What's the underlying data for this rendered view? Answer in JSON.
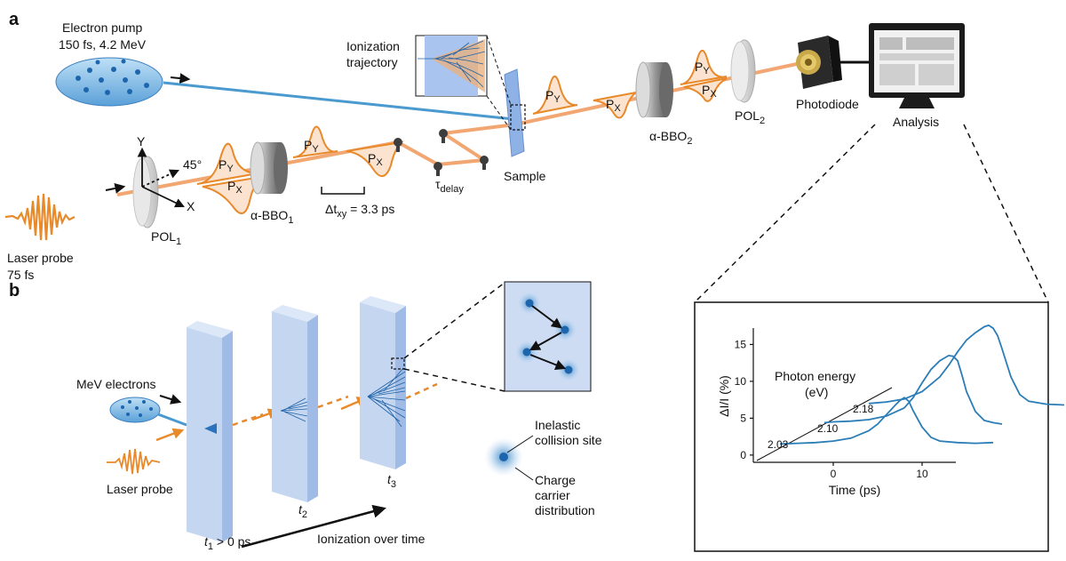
{
  "panels": {
    "a": "a",
    "b": "b"
  },
  "panel_a": {
    "electron_pump": {
      "line1": "Electron pump",
      "line2": "150 fs, 4.2 MeV"
    },
    "laser_probe": {
      "line1": "Laser probe",
      "line2": "75 fs"
    },
    "pol1": {
      "base": "POL",
      "sub": "1"
    },
    "axis_x": "X",
    "axis_y": "Y",
    "angle": "45°",
    "py": {
      "base": "P",
      "sub": "Y"
    },
    "px": {
      "base": "P",
      "sub": "X"
    },
    "bbo1": {
      "base": "α-BBO",
      "sub": "1"
    },
    "delta_t": {
      "prefix": "Δt",
      "sub": "xy",
      "suffix": " = 3.3 ps"
    },
    "tau": {
      "base": "τ",
      "sub": "delay"
    },
    "ionization_trajectory": {
      "line1": "Ionization",
      "line2": "trajectory"
    },
    "sample": "Sample",
    "bbo2": {
      "base": "α-BBO",
      "sub": "2"
    },
    "pol2": {
      "base": "POL",
      "sub": "2"
    },
    "photodiode": "Photodiode",
    "analysis": "Analysis"
  },
  "panel_b": {
    "mev_electrons": "MeV electrons",
    "laser_probe": "Laser probe",
    "t1": {
      "base": "t",
      "sub": "1",
      "suffix": " > 0 ps"
    },
    "t2": {
      "base": "t",
      "sub": "2"
    },
    "t3": {
      "base": "t",
      "sub": "3"
    },
    "ionization_over_time": "Ionization over time",
    "legend_collision": {
      "line1": "Inelastic",
      "line2": "collision site"
    },
    "legend_charge": {
      "line1": "Charge",
      "line2": "carrier",
      "line3": "distribution"
    }
  },
  "colors": {
    "beam_orange": "#f0a060",
    "pulse_orange": "#e8892a",
    "electron_blue": "#2f7fc0",
    "trace_blue": "#2b7db7",
    "slab_blue": "#b9cdee"
  },
  "chart_data": {
    "type": "line",
    "title": "",
    "xlabel": "Time (ps)",
    "ylabel": "ΔI/I (%)",
    "xlim": [
      -9,
      19
    ],
    "ylim": [
      -0.5,
      16.5
    ],
    "xticks": [
      "0",
      "10"
    ],
    "yticks": [
      "0",
      "5",
      "10",
      "15"
    ],
    "legend_title": {
      "line1": "Photon energy",
      "line2": "(eV)"
    },
    "grid": false,
    "series": [
      {
        "name": "2.03",
        "x": [
          -6,
          -4,
          -2,
          0,
          2,
          4,
          5,
          6,
          7,
          7.5,
          8,
          8.5,
          9,
          10,
          11,
          12,
          14,
          16,
          18
        ],
        "y": [
          1.5,
          1.6,
          1.7,
          1.9,
          2.3,
          3.3,
          4.2,
          5.5,
          6.8,
          7.4,
          7.8,
          7.3,
          6.0,
          3.8,
          2.4,
          1.9,
          1.7,
          1.6,
          1.7
        ]
      },
      {
        "name": "2.10",
        "x": [
          -1,
          0,
          2,
          4,
          6,
          8,
          9,
          10,
          11,
          12,
          13,
          13.5,
          14,
          14.5,
          15,
          16,
          17,
          18,
          19
        ],
        "y": [
          4.4,
          4.5,
          4.6,
          4.8,
          5.3,
          6.4,
          7.8,
          9.8,
          11.6,
          12.8,
          13.5,
          13.4,
          12.8,
          10.8,
          8.6,
          5.9,
          4.7,
          4.4,
          4.2
        ]
      },
      {
        "name": "2.18",
        "x": [
          4,
          6,
          8,
          10,
          12,
          13,
          14,
          15,
          16,
          17,
          17.5,
          18,
          18.5,
          19,
          20,
          21,
          22,
          24,
          26
        ],
        "y": [
          7.0,
          7.2,
          7.6,
          8.6,
          10.6,
          12.2,
          14.0,
          15.6,
          16.6,
          17.4,
          17.6,
          17.2,
          16.2,
          14.4,
          10.6,
          8.2,
          7.3,
          6.9,
          6.8
        ]
      }
    ],
    "series_offsets_note_hidden": ""
  }
}
